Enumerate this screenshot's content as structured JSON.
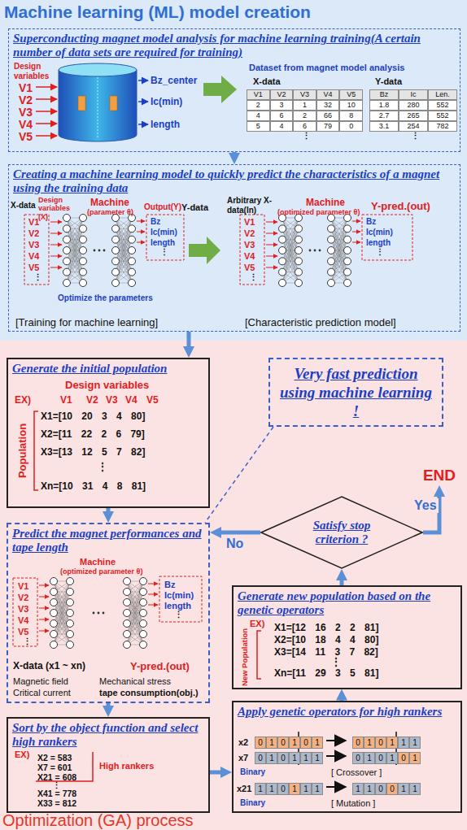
{
  "diagram": {
    "nodes": [
      {
        "text": [
          "Machine learning (ML) model creation"
        ]
      },
      {
        "text": [
          "Superconducting magnet model analysis for machine learning training(A certain number of data sets are required for training)"
        ],
        "in": 0
      },
      {
        "text": [
          "Creating a machine learning model to quickly predict the characteristics of a magnet using the training data"
        ],
        "in": 0
      },
      {
        "text": [
          "Optimization (GA) process"
        ]
      },
      {
        "text": [
          "Generate the initial population"
        ],
        "in": 3
      },
      {
        "text": [
          "Very fast prediction using machine learning !"
        ],
        "in": 3
      },
      {
        "text": [
          "Predict the magnet performances and tape length"
        ],
        "in": 3
      },
      {
        "text": [
          "Satisfy stop criterion ?"
        ],
        "in": 3
      },
      {
        "text": [
          "END"
        ],
        "in": 3
      },
      {
        "text": [
          "Generate new population based on the genetic operators"
        ],
        "in": 3
      },
      {
        "text": [
          "Sort by the object function and select high rankers"
        ],
        "in": 3
      },
      {
        "text": [
          "Apply genetic operators for high rankers"
        ],
        "in": 3
      }
    ],
    "edges": [
      {
        "from": 1,
        "to": 2,
        "arrow": "to"
      },
      {
        "from": 2,
        "to": 4,
        "arrow": "to"
      },
      {
        "from": 4,
        "to": 6,
        "arrow": "to"
      },
      {
        "from": 6,
        "to": 10,
        "arrow": "to"
      },
      {
        "from": 10,
        "to": 11,
        "arrow": "to"
      },
      {
        "from": 11,
        "to": 9,
        "arrow": "to"
      },
      {
        "from": 9,
        "to": 7,
        "arrow": "to"
      },
      {
        "from": 7,
        "to": 8,
        "label": "Yes",
        "arrow": "to"
      },
      {
        "from": 7,
        "to": 6,
        "label": "No",
        "arrow": "to"
      },
      {
        "from": 5,
        "to": 6,
        "arrow": "none"
      }
    ],
    "labels": [
      "Design variables",
      "V1",
      "V2",
      "V3",
      "V4",
      "V5",
      "Bz_center",
      "Ic(min)",
      "length",
      "Dataset from magnet model analysis",
      "X-data",
      "Y-data",
      "V1",
      "V2",
      "V3",
      "V4",
      "V5",
      "2",
      "3",
      "1",
      "32",
      "10",
      "4",
      "6",
      "2",
      "66",
      "8",
      "5",
      "4",
      "6",
      "79",
      "0",
      "Bz",
      "Ic",
      "Len.",
      "1.8",
      "280",
      "552",
      "2.7",
      "265",
      "552",
      "3.1",
      "254",
      "782",
      "⋮",
      "⋮",
      "X-data",
      "Design variables (X)",
      "Machine",
      "(parameter θ)",
      "Output(Y)",
      "Y-data",
      "V1",
      "V2",
      "V3",
      "V4",
      "V5",
      "⋮",
      "Bz",
      "Ic(min)",
      "length",
      "⋮",
      "Optimize the parameters",
      "[Training for machine learning]",
      "Arbitrary X-data(In)",
      "Machine",
      "(optimized parameter θ)",
      "Y-pred.(out)",
      "V1",
      "V2",
      "V3",
      "V4",
      "V5",
      "⋮",
      "Bz",
      "Ic(min)",
      "length",
      "⋮",
      "[Characteristic prediction model]",
      "EX)",
      "Design variables",
      "V1",
      "V2",
      "V3",
      "V4",
      "V5",
      "Population",
      "X1=[10 20 3 4 80]",
      "X2=[11 22 2 6 79]",
      "X3=[13 12 5 7 82]",
      "⋮",
      "Xn=[10 31 4 8 81]",
      "Machine",
      "(optimized parameter θ)",
      "V1",
      "V2",
      "V3",
      "V4",
      "V5",
      "⋮",
      "Bz",
      "Ic(min)",
      "length",
      "⋮",
      "X-data (x1 ~ xn)",
      "Y-pred.(out)",
      "Magnetic field",
      "Critical current",
      "Mechanical stress",
      "tape consumption(obj.)",
      "EX)",
      "X2 = 583",
      "X7 = 601",
      "X21 = 608",
      "High rankers",
      "⋮",
      "X41 = 778",
      "X33 = 812",
      "x2",
      "0",
      "1",
      "0",
      "1",
      "0",
      "1",
      "0",
      "1",
      "0",
      "1",
      "1",
      "1",
      "x7",
      "0",
      "1",
      "0",
      "1",
      "1",
      "1",
      "0",
      "1",
      "0",
      "1",
      "0",
      "1",
      "Binary",
      "[ Crossover ]",
      "x21",
      "1",
      "1",
      "0",
      "1",
      "1",
      "1",
      "1",
      "1",
      "0",
      "0",
      "1",
      "1",
      "Binary",
      "[ Mutation ]",
      "EX)",
      "New Population",
      "X1=[12 16 2 2 81]",
      "X2=[10 18 4 4 80]",
      "X3=[14 11 3 7 82]",
      "⋮",
      "Xn=[11 29 3 5 81]"
    ]
  }
}
